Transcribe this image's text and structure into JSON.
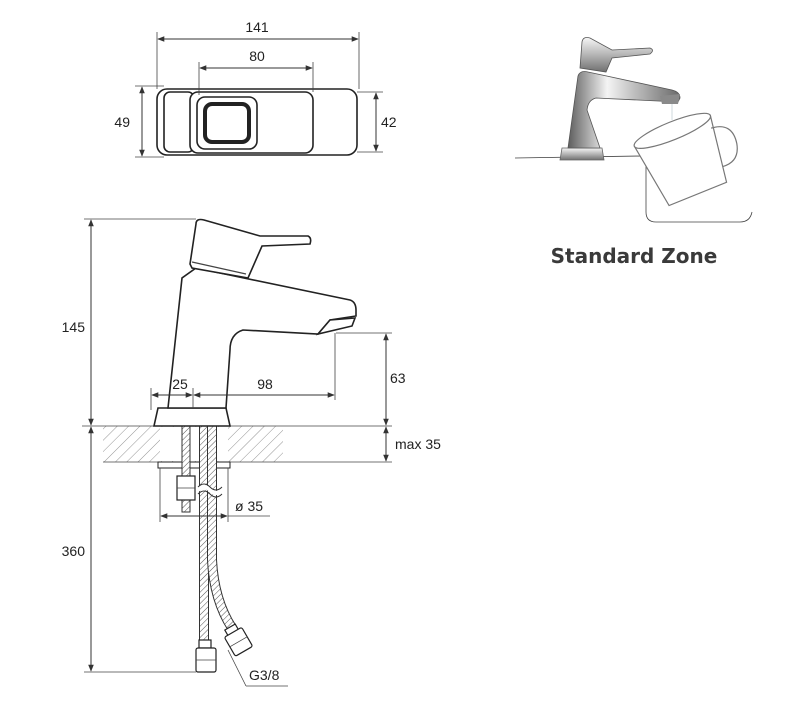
{
  "dimensions": {
    "top_width": "141",
    "handle_width": "80",
    "left_depth": "49",
    "right_depth": "42",
    "height": "145",
    "spout_height": "63",
    "base_offset": "25",
    "spout_reach": "98",
    "max_thickness": "max 35",
    "hole_diameter": "ø 35",
    "hose_length": "360",
    "thread": "G3/8"
  },
  "zone_label": "Standard Zone",
  "colors": {
    "line": "#333333",
    "zone_text": "#3a3a3a",
    "chrome_light": "#f2f2f2",
    "chrome_dark": "#6f6f6f"
  }
}
